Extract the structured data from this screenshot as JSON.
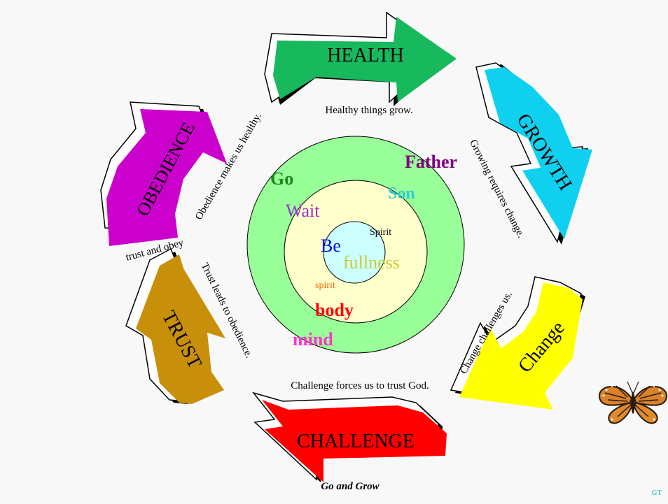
{
  "arrows": {
    "health": {
      "label": "HEALTH",
      "color": "#18b85c"
    },
    "growth": {
      "label": "GROWTH",
      "color": "#10d0f0"
    },
    "change": {
      "label": "Change",
      "color": "#ffff00"
    },
    "challenge": {
      "label": "CHALLENGE",
      "color": "#ff0000"
    },
    "trust": {
      "label": "TRUST",
      "color": "#c8900a"
    },
    "obedience": {
      "label": "OBEDIENCE",
      "color": "#cc00cc"
    }
  },
  "captions": {
    "healthy": "Healthy things grow.",
    "growing": "Growing requires change.",
    "change": "Change challenges us.",
    "challenge": "Challenge forces us to trust God.",
    "trust": "Trust leads to obedience.",
    "obedience": "Obedience makes us healthy.",
    "trust_obey": "trust and obey"
  },
  "rings": {
    "outer_color": "#99ff99",
    "middle_color": "#ffffcc",
    "inner_color": "#ccffff",
    "words": {
      "go": "Go",
      "father": "Father",
      "son": "Son",
      "wait": "Wait",
      "spirit_cap": "Spirit",
      "be": "Be",
      "fullness": "fullness",
      "spirit_small": "spirit",
      "body": "body",
      "mind": "mind"
    }
  },
  "footer": {
    "title": "Go and Grow",
    "initials": "GT"
  }
}
